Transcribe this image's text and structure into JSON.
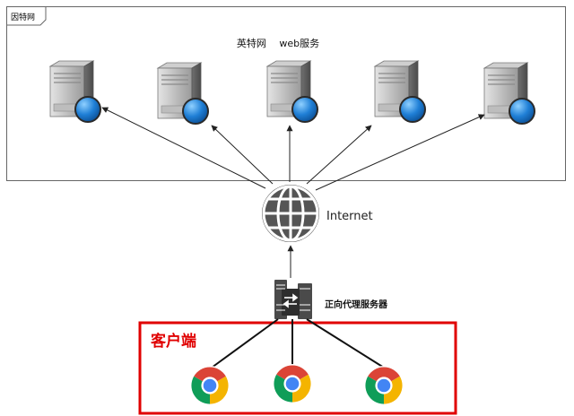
{
  "internet_box": {
    "tag": "因特网",
    "title": "英特网　 web服务"
  },
  "internet": {
    "label": "Internet",
    "icon": "globe-icon"
  },
  "proxy": {
    "label": "正向代理服务器",
    "icon": "proxy-server-icon"
  },
  "clients": {
    "label": "客户端",
    "icon": "chrome-browser-icon",
    "border_color": "#e00000"
  },
  "servers": {
    "icon": "web-server-icon"
  },
  "colors": {
    "arrow": "#222222",
    "client_border": "#e00000",
    "globe": "#555555",
    "server_badge": "#1f7fd6"
  }
}
